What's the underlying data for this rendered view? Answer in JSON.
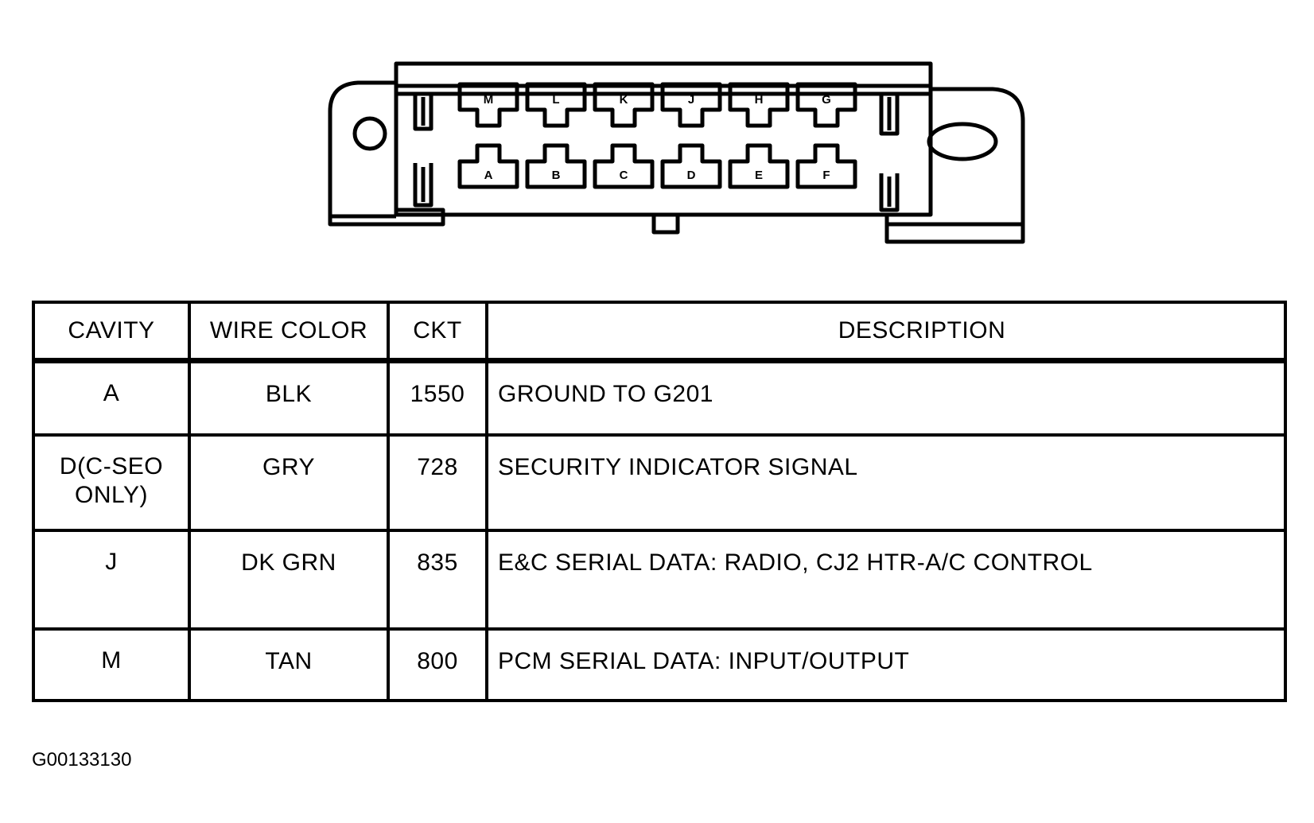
{
  "connector": {
    "top_row_pins": [
      "M",
      "L",
      "K",
      "J",
      "H",
      "G"
    ],
    "bottom_row_pins": [
      "A",
      "B",
      "C",
      "D",
      "E",
      "F"
    ]
  },
  "table": {
    "headers": {
      "cavity": "CAVITY",
      "wire_color": "WIRE COLOR",
      "ckt": "CKT",
      "description": "DESCRIPTION"
    },
    "rows": [
      {
        "cavity": "A",
        "wire_color": "BLK",
        "ckt": "1550",
        "description": "GROUND TO G201"
      },
      {
        "cavity": "D(C-SEO\nONLY)",
        "wire_color": "GRY",
        "ckt": "728",
        "description": "SECURITY INDICATOR SIGNAL"
      },
      {
        "cavity": "J",
        "wire_color": "DK GRN",
        "ckt": "835",
        "description": "E&C SERIAL DATA: RADIO, CJ2 HTR-A/C CONTROL"
      },
      {
        "cavity": "M",
        "wire_color": "TAN",
        "ckt": "800",
        "description": "PCM SERIAL DATA: INPUT/OUTPUT"
      }
    ]
  },
  "figure_code": "G00133130"
}
